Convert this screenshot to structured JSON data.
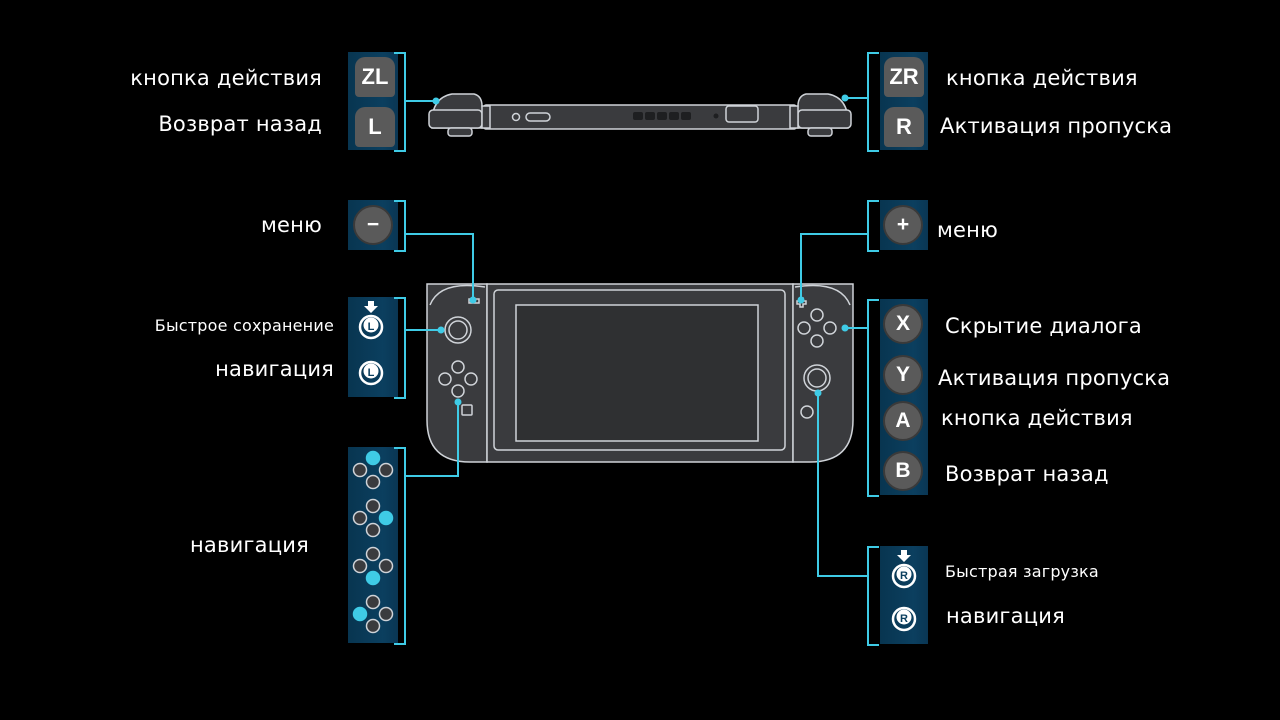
{
  "colors": {
    "accent": "#3fcbe6",
    "panel": "#0b3f5f",
    "button": "#5a5a5a",
    "device": "#3a3b3e",
    "outline": "#cfd3d8"
  },
  "top_left": {
    "buttons": [
      {
        "key": "ZL",
        "label": "кнопка действия"
      },
      {
        "key": "L",
        "label": "Возврат назад"
      }
    ]
  },
  "top_right": {
    "buttons": [
      {
        "key": "ZR",
        "label": "кнопка действия"
      },
      {
        "key": "R",
        "label": "Активация пропуска"
      }
    ]
  },
  "minus": {
    "key": "−",
    "label": "меню",
    "icon": "minus-icon"
  },
  "plus": {
    "key": "+",
    "label": "меню",
    "icon": "plus-icon"
  },
  "left_stick": {
    "items": [
      {
        "icon": "left-stick-press-icon",
        "glyph": "L",
        "label": "Быстрое сохранение"
      },
      {
        "icon": "left-stick-icon",
        "glyph": "L",
        "label": "навигация"
      }
    ]
  },
  "dpad": {
    "label": "навигация",
    "directions": [
      "up",
      "right",
      "down",
      "left"
    ]
  },
  "face_buttons": {
    "items": [
      {
        "key": "X",
        "label": "Скрытие диалога"
      },
      {
        "key": "Y",
        "label": "Активация пропуска"
      },
      {
        "key": "A",
        "label": "кнопка действия"
      },
      {
        "key": "B",
        "label": "Возврат назад"
      }
    ]
  },
  "right_stick": {
    "items": [
      {
        "icon": "right-stick-press-icon",
        "glyph": "R",
        "label": "Быстрая загрузка"
      },
      {
        "icon": "right-stick-icon",
        "glyph": "R",
        "label": "навигация"
      }
    ]
  }
}
